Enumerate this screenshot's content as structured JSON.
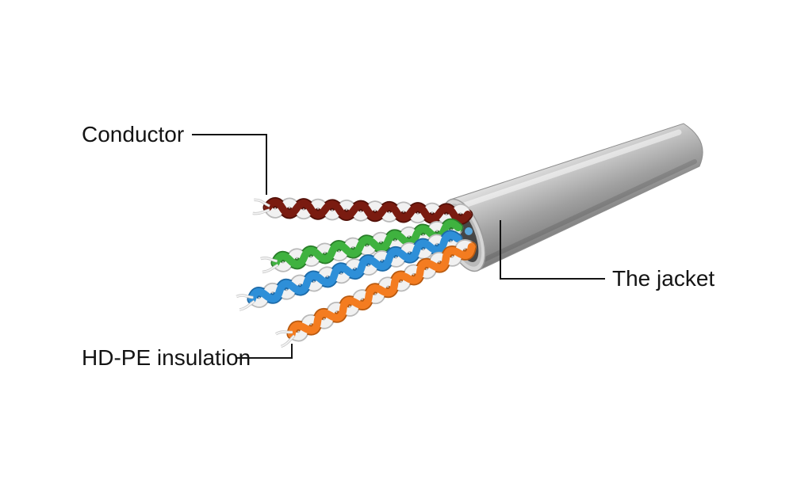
{
  "diagram": {
    "labels": {
      "conductor": "Conductor",
      "insulation": "HD-PE insulation",
      "jacket": "The jacket"
    },
    "colors": {
      "jacket_gray": "#a9a9a9",
      "pair_maroon": "#7a1b10",
      "pair_green": "#3fb23f",
      "pair_blue": "#2e8fd8",
      "pair_orange": "#f47c20",
      "wire_white": "#f1f1f1",
      "leader_line": "#141414"
    }
  }
}
